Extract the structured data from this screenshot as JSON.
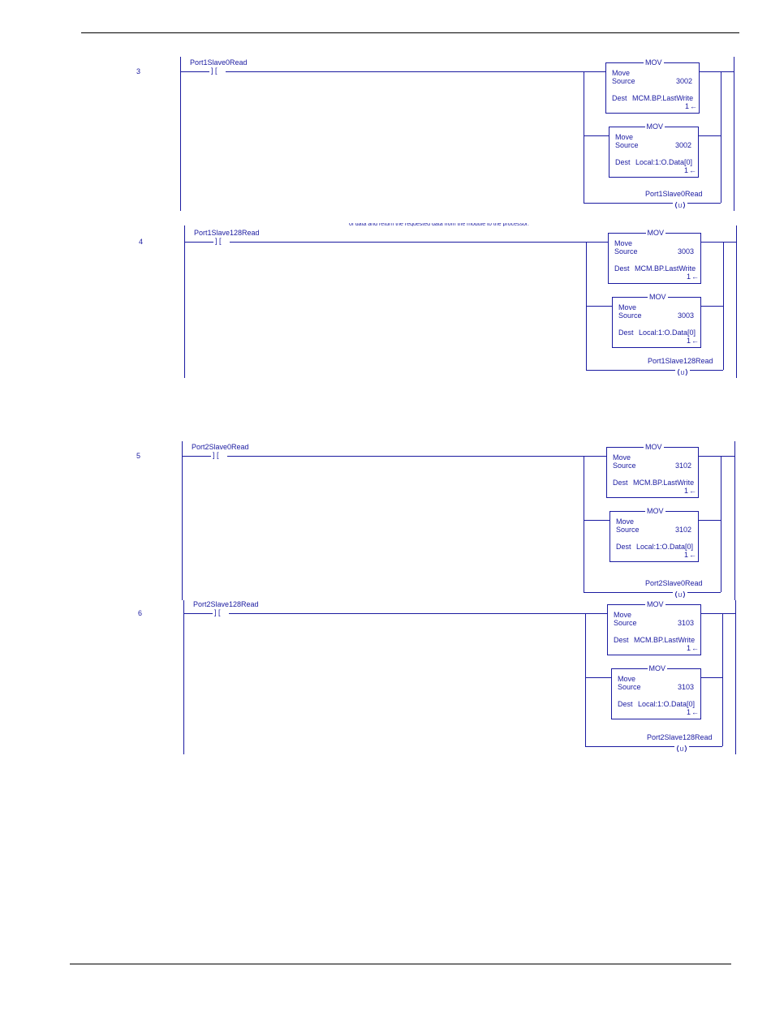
{
  "rungs": [
    {
      "number": "3",
      "contact_tag": "Port1Slave0Read",
      "coil_tag": "Port1Slave0Read",
      "blocks": [
        {
          "title": "MOV",
          "name": "Move",
          "source_label": "Source",
          "source_value": "3002",
          "dest_label": "Dest",
          "dest_tag": "MCM.BP.LastWrite",
          "dest_value": "1"
        },
        {
          "title": "MOV",
          "name": "Move",
          "source_label": "Source",
          "source_value": "3002",
          "dest_label": "Dest",
          "dest_tag": "Local:1:O.Data[0]",
          "dest_value": "1"
        }
      ]
    },
    {
      "number": "4",
      "contact_tag": "Port1Slave128Read",
      "coil_tag": "Port1Slave128Read",
      "blocks": [
        {
          "title": "MOV",
          "name": "Move",
          "source_label": "Source",
          "source_value": "3003",
          "dest_label": "Dest",
          "dest_tag": "MCM.BP.LastWrite",
          "dest_value": "1"
        },
        {
          "title": "MOV",
          "name": "Move",
          "source_label": "Source",
          "source_value": "3003",
          "dest_label": "Dest",
          "dest_tag": "Local:1:O.Data[0]",
          "dest_value": "1"
        }
      ]
    },
    {
      "number": "5",
      "contact_tag": "Port2Slave0Read",
      "coil_tag": "Port2Slave0Read",
      "blocks": [
        {
          "title": "MOV",
          "name": "Move",
          "source_label": "Source",
          "source_value": "3102",
          "dest_label": "Dest",
          "dest_tag": "MCM.BP.LastWrite",
          "dest_value": "1"
        },
        {
          "title": "MOV",
          "name": "Move",
          "source_label": "Source",
          "source_value": "3102",
          "dest_label": "Dest",
          "dest_tag": "Local:1:O.Data[0]",
          "dest_value": "1"
        }
      ]
    },
    {
      "number": "6",
      "contact_tag": "Port2Slave128Read",
      "coil_tag": "Port2Slave128Read",
      "blocks": [
        {
          "title": "MOV",
          "name": "Move",
          "source_label": "Source",
          "source_value": "3103",
          "dest_label": "Dest",
          "dest_tag": "MCM.BP.LastWrite",
          "dest_value": "1"
        },
        {
          "title": "MOV",
          "name": "Move",
          "source_label": "Source",
          "source_value": "3103",
          "dest_label": "Dest",
          "dest_tag": "Local:1:O.Data[0]",
          "dest_value": "1"
        }
      ]
    }
  ],
  "stray_text": "of data and return the requested data from the module to the processor.",
  "symbols": {
    "contact": "] [",
    "arrow": "←"
  },
  "colors": {
    "ladder_ink": "#1a1aa0",
    "rule": "#000000"
  }
}
